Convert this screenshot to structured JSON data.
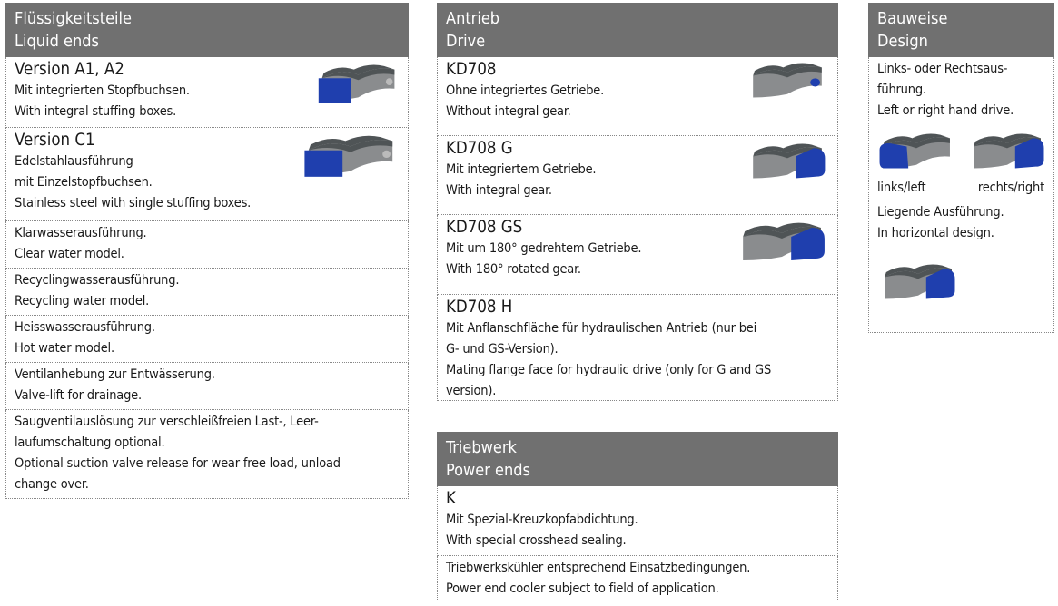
{
  "liquid_ends": {
    "header": [
      "Flüssigkeitsteile",
      "Liquid ends"
    ],
    "rows": [
      {
        "title": "Version A1, A2",
        "lines": [
          "Mit integrierten Stopfbuchsen.",
          "With integral stuffing boxes."
        ]
      },
      {
        "title": "Version C1",
        "lines": [
          "Edelstahlausführung",
          "mit Einzelstopfbuchsen.",
          "Stainless steel with single stuffing boxes."
        ]
      },
      {
        "lines": [
          "Klarwasserausführung.",
          "Clear water model."
        ]
      },
      {
        "lines": [
          "Recyclingwasserausführung.",
          "Recycling water model."
        ]
      },
      {
        "lines": [
          "Heisswasserausführung.",
          "Hot water model."
        ]
      },
      {
        "lines": [
          "Ventilanhebung zur Entwässerung.",
          "Valve-lift for drainage."
        ]
      },
      {
        "lines": [
          "Saugventilauslösung zur verschleißfreien Last-, Leer-",
          "laufumschaltung optional.",
          "Optional suction valve release for wear free load, unload",
          "change over."
        ]
      }
    ]
  },
  "drive": {
    "header": [
      "Antrieb",
      "Drive"
    ],
    "rows": [
      {
        "title": "KD708",
        "lines": [
          "Ohne integriertes Getriebe.",
          "Without integral gear."
        ]
      },
      {
        "title": "KD708 G",
        "lines": [
          "Mit integriertem Getriebe.",
          "With integral gear."
        ]
      },
      {
        "title": "KD708 GS",
        "lines": [
          "Mit um 180° gedrehtem Getriebe.",
          "With 180° rotated gear."
        ]
      },
      {
        "title": "KD708 H",
        "lines": [
          "Mit Anflanschfläche für hydraulischen Antrieb (nur bei",
          "G- und GS-Version).",
          "Mating flange face for hydraulic drive (only for G and GS",
          "version)."
        ]
      }
    ]
  },
  "power_ends": {
    "header": [
      "Triebwerk",
      "Power ends"
    ],
    "rows": [
      {
        "title": "K",
        "lines": [
          "Mit Spezial-Kreuzkopfabdichtung.",
          "With special crosshead sealing."
        ]
      },
      {
        "lines": [
          "Triebwerkskühler entsprechend Einsatzbedingungen.",
          "Power end cooler subject to field of application."
        ]
      }
    ]
  },
  "design": {
    "header": [
      "Bauweise",
      "Design"
    ],
    "rows": [
      {
        "lines": [
          "Links- oder Rechtsaus-",
          "führung.",
          "Left or right hand drive."
        ],
        "left_label": "links/left",
        "right_label": "rechts/right"
      },
      {
        "lines": [
          "Liegende Ausführung.",
          "In horizontal design."
        ]
      }
    ]
  },
  "colors": {
    "header": "#707070",
    "blue": "#1f3fae",
    "gray": "#8a8c8e",
    "dark": "#4f5456"
  }
}
